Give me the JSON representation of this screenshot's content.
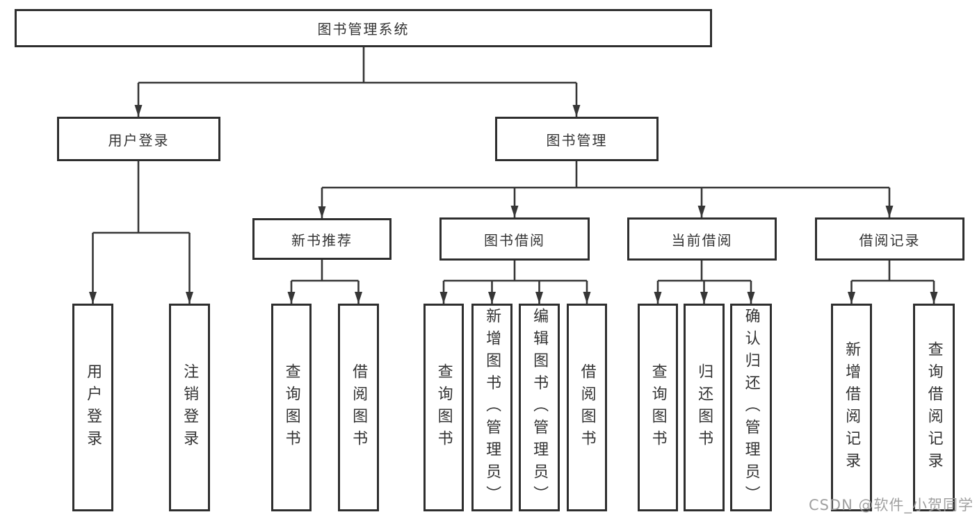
{
  "diagram": {
    "root": {
      "label": "图书管理系统"
    },
    "branches": [
      {
        "label": "用户登录",
        "children": [
          {
            "label": "用户登录"
          },
          {
            "label": "注销登录"
          }
        ]
      },
      {
        "label": "图书管理",
        "children": [
          {
            "label": "新书推荐",
            "children": [
              {
                "label": "查询图书"
              },
              {
                "label": "借阅图书"
              }
            ]
          },
          {
            "label": "图书借阅",
            "children": [
              {
                "label": "查询图书"
              },
              {
                "label": "新增图书（管理员）"
              },
              {
                "label": "编辑图书（管理员）"
              },
              {
                "label": "借阅图书"
              }
            ]
          },
          {
            "label": "当前借阅",
            "children": [
              {
                "label": "查询图书"
              },
              {
                "label": "归还图书"
              },
              {
                "label": "确认归还（管理员）"
              }
            ]
          },
          {
            "label": "借阅记录",
            "children": [
              {
                "label": "新增借阅记录"
              },
              {
                "label": "查询借阅记录"
              }
            ]
          }
        ]
      }
    ],
    "watermark": "CSDN @软件_小贺同学",
    "colors": {
      "line": "#363636",
      "box_border": "#2e2e2e",
      "box_fill": "#ffffff",
      "text": "#333333",
      "watermark": "#9b9b9b",
      "background": "#ffffff"
    }
  }
}
